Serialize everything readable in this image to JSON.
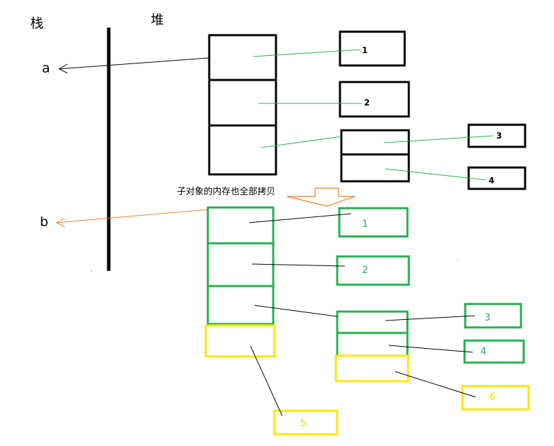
{
  "labels": {
    "stack": "栈",
    "heap": "堆",
    "var_a": "a",
    "var_b": "b",
    "note": "子对象的内存也全部拷贝"
  },
  "original_children": [
    "1",
    "2",
    "3",
    "4"
  ],
  "copied_children": [
    "1",
    "2",
    "3",
    "4",
    "6"
  ],
  "new_item": "5",
  "colors": {
    "original": "#000000",
    "copy": "#22b14c",
    "new": "#ffe600",
    "reference_b": "#f07c22",
    "pointer_copy": "#22b14c"
  }
}
